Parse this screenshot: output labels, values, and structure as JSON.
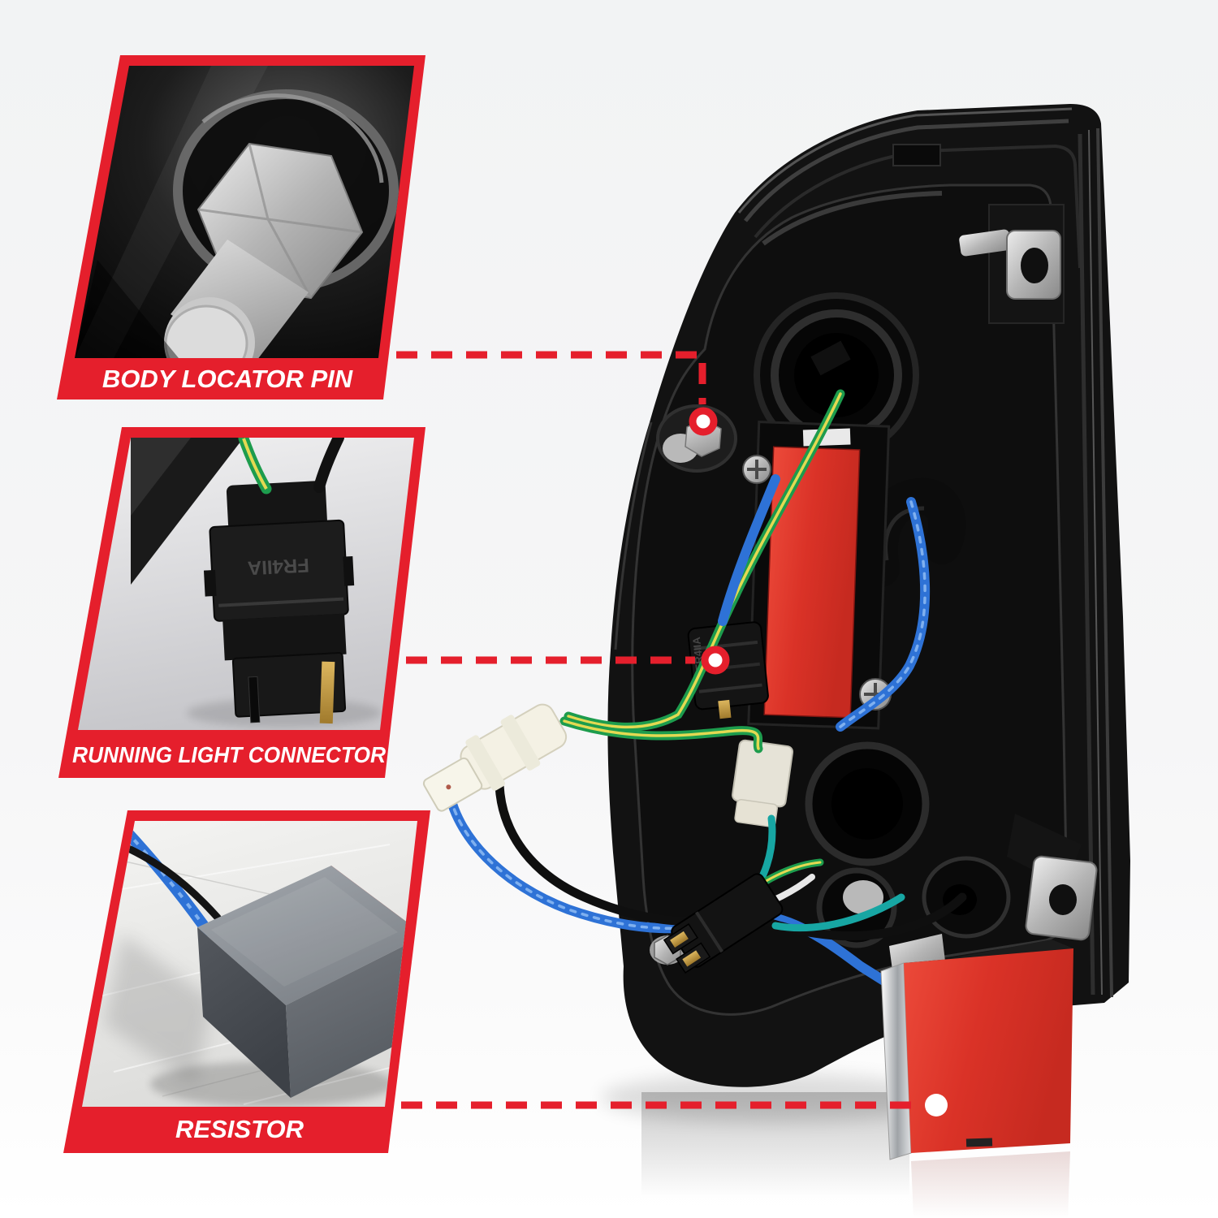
{
  "callouts": [
    {
      "id": "body-locator-pin",
      "label": "BODY LOCATOR PIN"
    },
    {
      "id": "running-light-connector",
      "label": "RUNNING LIGHT CONNECTOR"
    },
    {
      "id": "resistor",
      "label": "RESISTOR"
    }
  ],
  "markings": {
    "connector_molded_text": "FR4IIA"
  },
  "colors": {
    "accent_red": "#e51f2c",
    "tape_red": "#da3227",
    "wire_green": "#1d9c4d",
    "wire_yellow": "#e3d952",
    "wire_blue": "#2e72d6",
    "wire_teal": "#17a6a3",
    "background": "#f5f5f6"
  }
}
